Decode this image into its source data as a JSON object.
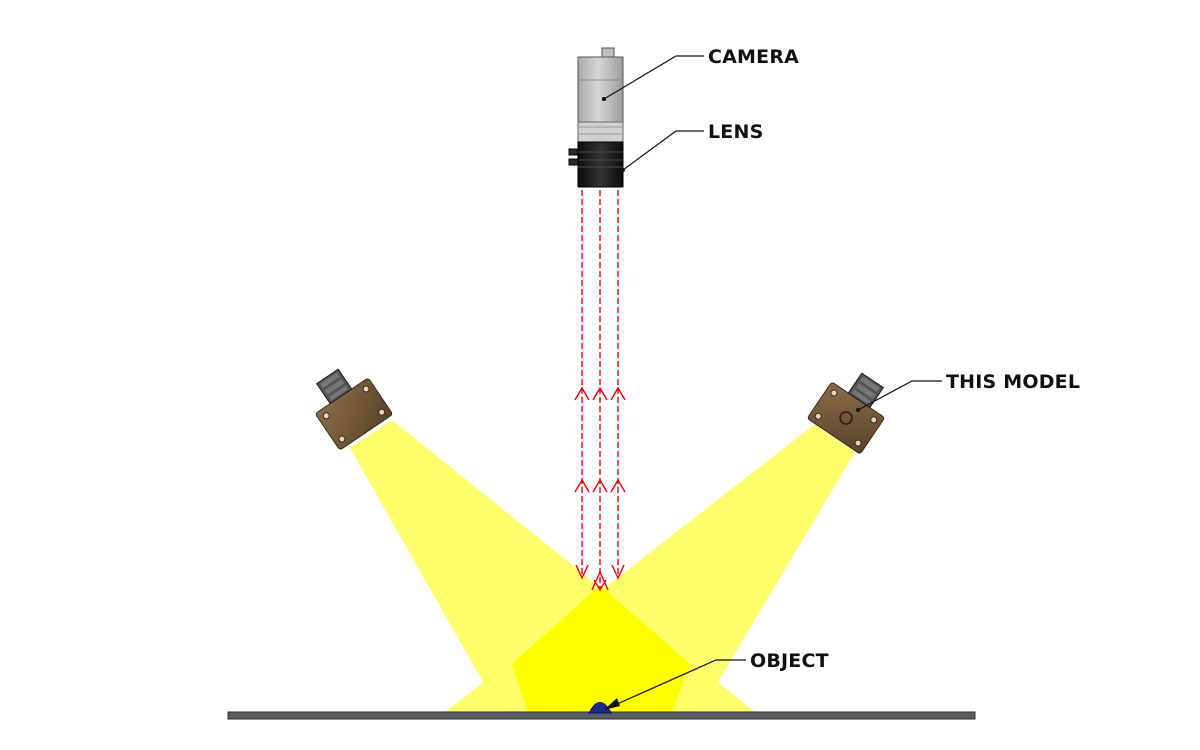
{
  "labels": {
    "camera": "CAMERA",
    "lens": "LENS",
    "this_model": "THIS MODEL",
    "object": "OBJECT"
  },
  "colors": {
    "light_beam": "#ffff66",
    "light_overlap": "#ffff00",
    "ray": "#e8000b",
    "light_housing": "#6b5236",
    "camera_body": "#c6c6c6",
    "lens_body": "#1b1b1b",
    "base_plate": "#595c63",
    "object": "#1b2a8c",
    "leader": "#111111"
  },
  "icons": {
    "light_housing": "bar-light-icon",
    "camera": "camera-icon"
  }
}
